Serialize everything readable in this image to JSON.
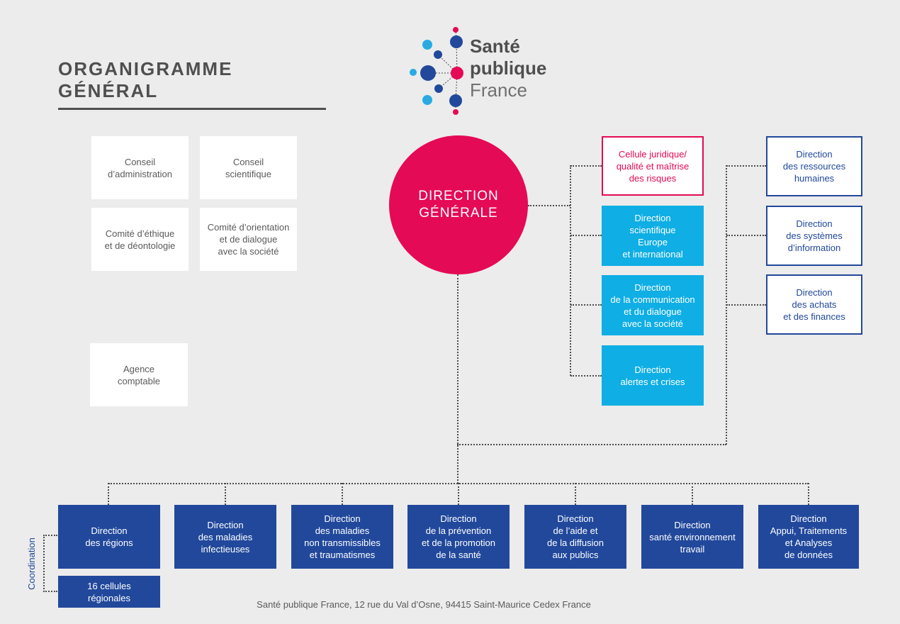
{
  "title": "ORGANIGRAMME GÉNÉRAL",
  "logo": {
    "word1": "Santé",
    "word2": "publique",
    "word3": "France"
  },
  "central": {
    "label": "DIRECTION\nGÉNÉRALE"
  },
  "governance": [
    {
      "label": "Conseil\nd’administration"
    },
    {
      "label": "Conseil\nscientifique"
    },
    {
      "label": "Comité d’éthique\net de déontologie"
    },
    {
      "label": "Comité d’orientation\net de dialogue\navec la société"
    },
    {
      "label": "Agence\ncomptable"
    }
  ],
  "staff_units": [
    {
      "label": "Cellule juridique/\nqualité et maîtrise\ndes risques"
    },
    {
      "label": "Direction\nscientifique\nEurope\net international"
    },
    {
      "label": "Direction\nde la communication\net du dialogue\navec la société"
    },
    {
      "label": "Direction\nalertes et crises"
    }
  ],
  "support_directions": [
    {
      "label": "Direction\ndes ressources\nhumaines"
    },
    {
      "label": "Direction\ndes systèmes\nd’information"
    },
    {
      "label": "Direction\ndes achats\net des finances"
    }
  ],
  "operational_directions": [
    {
      "label": "Direction\ndes régions"
    },
    {
      "label": "Direction\ndes maladies\ninfectieuses"
    },
    {
      "label": "Direction\ndes maladies\nnon transmissibles\net traumatismes"
    },
    {
      "label": "Direction\nde la prévention\net de la promotion\nde la santé"
    },
    {
      "label": "Direction\nde l’aide et\nde la diffusion\naux publics"
    },
    {
      "label": "Direction\nsanté environnement\ntravail"
    },
    {
      "label": "Direction\nAppui, Traitements\net Analyses\nde données"
    }
  ],
  "regional": {
    "label": "16 cellules\nrégionales",
    "coordination_label": "Coordination"
  },
  "footer": "Santé publique France, 12 rue du Val d’Osne, 94415 Saint-Maurice Cedex France",
  "colors": {
    "background": "#ECECEC",
    "pink": "#E50A55",
    "cyan": "#0FAEE4",
    "navy": "#21489B",
    "text_dark": "#4F4F4F",
    "text_box": "#5A5A5A",
    "line": "#4D4D4D"
  }
}
